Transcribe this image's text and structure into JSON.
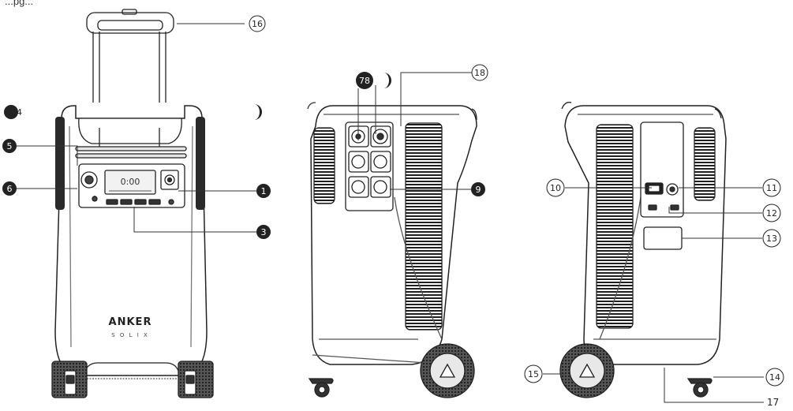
{
  "caption": "...pg...",
  "brand": {
    "name": "ANKER",
    "sub": "S O L I X"
  },
  "callouts": {
    "c1": "1",
    "c3": "3",
    "c5": "5",
    "c6": "6",
    "c9": "9",
    "c10": "10",
    "c11": "11",
    "c12": "12",
    "c13": "13",
    "c14": "14",
    "c15": "15",
    "c16": "16",
    "c17": "17",
    "c18": "18",
    "c24": "24",
    "c78": "78"
  },
  "colors": {
    "line": "#222222",
    "gray": "#8a8a8a",
    "light": "#d9d9d9",
    "dark": "#3a3a3a"
  }
}
